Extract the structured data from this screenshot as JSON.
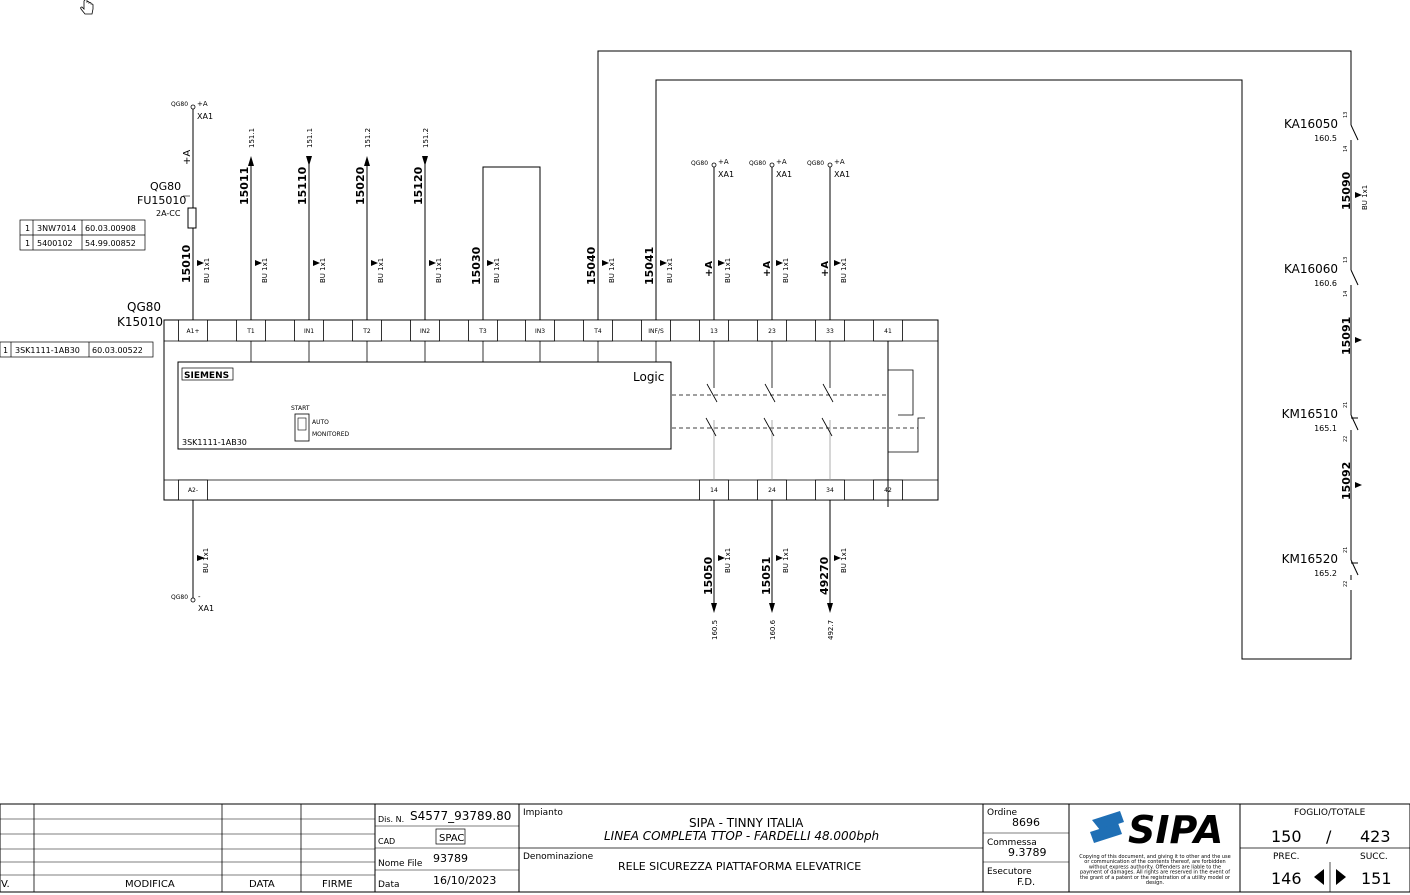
{
  "top_cursor": "hand-cursor",
  "main": {
    "supply_label": "QG80",
    "supply_plus": "+A",
    "supply_xa": "XA1",
    "supply_minus": "-",
    "fuse_parent": "QG80",
    "fuse_tag": "FU15010",
    "fuse_spec": "2A-CC",
    "fuse_table": [
      {
        "qty": "1",
        "code": "3NW7014",
        "ref": "60.03.00908"
      },
      {
        "qty": "1",
        "code": "5400102",
        "ref": "54.99.00852"
      }
    ],
    "relay_parent": "QG80",
    "relay_tag": "K15010",
    "relay_table": {
      "qty": "1",
      "code": "3SK1111-1AB30",
      "ref": "60.03.00522"
    },
    "brand": "SIEMENS",
    "logic_label": "Logic",
    "start_label": "START",
    "auto_label": "AUTO",
    "monitored_label": "MONITORED",
    "model_label": "3SK1111-1AB30",
    "top_terminals": [
      "A1+",
      "T1",
      "IN1",
      "T2",
      "IN2",
      "T3",
      "IN3",
      "T4",
      "INF/S",
      "13",
      "23",
      "33",
      "41"
    ],
    "bottom_terminals": [
      "A2-",
      "14",
      "24",
      "34",
      "42"
    ],
    "wire_tag_bu": "BU 1x1",
    "wires_top": [
      {
        "num": "15010"
      },
      {
        "num": "15011",
        "ref": "151.1"
      },
      {
        "num": "15110",
        "ref": "151.1"
      },
      {
        "num": "15020",
        "ref": "151.2"
      },
      {
        "num": "15120",
        "ref": "151.2"
      },
      {
        "num": "15030"
      },
      {
        "num": "15040"
      },
      {
        "num": "15041"
      }
    ],
    "plus_feeds": [
      {
        "src": "QG80",
        "plus": "+A",
        "xa": "XA1"
      },
      {
        "src": "QG80",
        "plus": "+A",
        "xa": "XA1"
      },
      {
        "src": "QG80",
        "plus": "+A",
        "xa": "XA1"
      }
    ],
    "wires_bottom": [
      {
        "num": "15050",
        "ref": "160.5"
      },
      {
        "num": "15051",
        "ref": "160.6"
      },
      {
        "num": "49270",
        "ref": "492.7"
      }
    ],
    "contacts": [
      {
        "tag": "KA16050",
        "ref": "160.5"
      },
      {
        "tag": "KA16060",
        "ref": "160.6"
      },
      {
        "tag": "KM16510",
        "ref": "165.1"
      },
      {
        "tag": "KM16520",
        "ref": "165.2"
      }
    ],
    "contact_pins": [
      "13",
      "14",
      "21",
      "22"
    ],
    "right_wires": [
      "15090",
      "15091",
      "15092"
    ]
  },
  "title_block": {
    "rev_col": "V.",
    "modifica": "MODIFICA",
    "data": "DATA",
    "firme": "FIRME",
    "dis_label": "Dis. N.",
    "dis_value": "S4577_93789.80",
    "cad_label": "CAD",
    "cad_value": "SPAC",
    "nome_file_label": "Nome File",
    "nome_file_value": "93789",
    "data_label": "Data",
    "data_value": "16/10/2023",
    "impianto_label": "Impianto",
    "impianto_line1": "SIPA - TINNY ITALIA",
    "impianto_line2": "LINEA COMPLETA TTOP - FARDELLI 48.000bph",
    "denominazione_label": "Denominazione",
    "denominazione_value": "RELE SICUREZZA PIATTAFORMA ELEVATRICE",
    "ordine_label": "Ordine",
    "ordine_value": "8696",
    "commessa_label": "Commessa",
    "commessa_value": "9.3789",
    "esecutore_label": "Esecutore",
    "esecutore_value": "F.D.",
    "logo_text": "SIPA",
    "copyright": [
      "Copying of this document, and giving it to other and the use",
      "or communication of the contents thereof, are forbidden",
      "without express authority. Offenders are liable to the",
      "payment of damages. All rights are reserved in the event of",
      "the grant of a patent or the registration of a utility model or",
      "design."
    ],
    "foglio_label": "FOGLIO/TOTALE",
    "foglio_value": "150",
    "foglio_sep": "/",
    "totale_value": "423",
    "prec_label": "PREC.",
    "prec_value": "146",
    "succ_label": "SUCC.",
    "succ_value": "151",
    "logo_color": "#1f6fb5"
  }
}
